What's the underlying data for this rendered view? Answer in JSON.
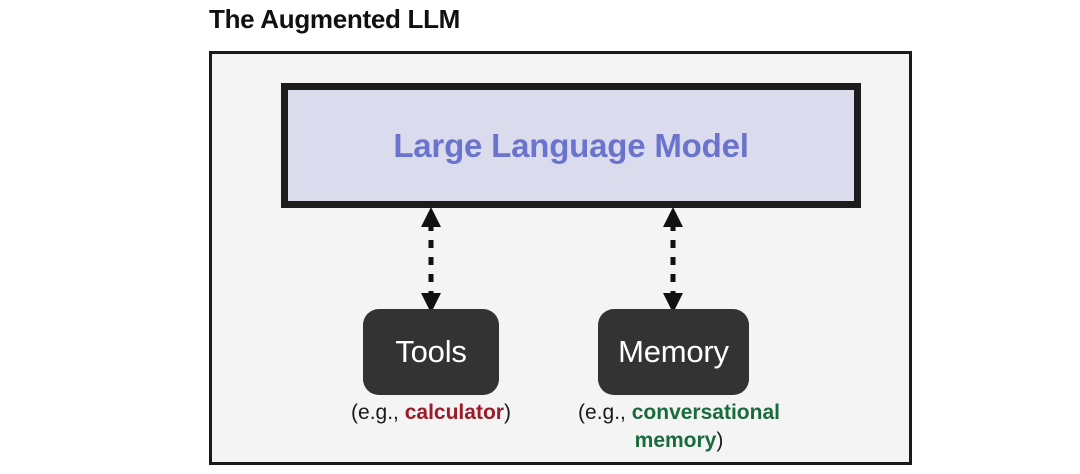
{
  "title": "The Augmented LLM",
  "diagram": {
    "llm": {
      "label": "Large Language Model",
      "fill_color": "#dadcee",
      "text_color": "#6b74cc",
      "border_color": "#1c1c1c"
    },
    "nodes": [
      {
        "id": "tools",
        "label": "Tools",
        "fill_color": "#333333",
        "text_color": "#ffffff",
        "caption_prefix": "(e.g., ",
        "caption_highlight": "calculator",
        "caption_suffix": ")",
        "caption_highlight_color": "#9c1b28",
        "connector": "bidirectional-dashed-arrow"
      },
      {
        "id": "memory",
        "label": "Memory",
        "fill_color": "#333333",
        "text_color": "#ffffff",
        "caption_prefix": "(e.g., ",
        "caption_highlight": "conversational memory",
        "caption_suffix": ")",
        "caption_highlight_color": "#1a6b3c",
        "connector": "bidirectional-dashed-arrow"
      }
    ],
    "frame": {
      "background_color": "#f4f4f4",
      "border_color": "#1a1a1a"
    }
  }
}
